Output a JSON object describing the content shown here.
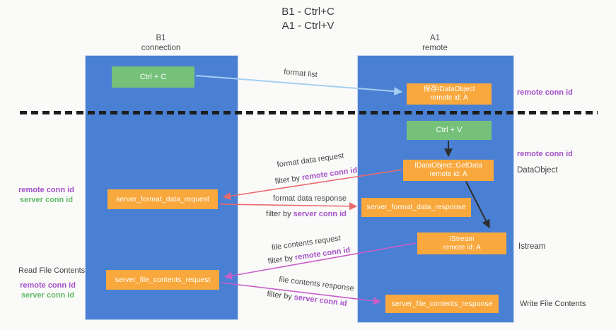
{
  "title": {
    "line1": "B1 - Ctrl+C",
    "line2": "A1 - Ctrl+V"
  },
  "columns": {
    "left": {
      "name": "B1",
      "role": "connection"
    },
    "right": {
      "name": "A1",
      "role": "remote"
    }
  },
  "nodes": {
    "ctrl_c": {
      "label": "Ctrl + C"
    },
    "ctrl_v": {
      "label": "Ctrl + V"
    },
    "save_dataobject": {
      "line1": "保存IDataObject",
      "line2": "remote id: A"
    },
    "getdata": {
      "line1": "IDataObject::GetData",
      "line2": "remote id: A"
    },
    "istream": {
      "line1": "IStream",
      "line2": "remote id: A"
    },
    "server_format_data_request": {
      "label": "server_format_data_request"
    },
    "server_format_data_response": {
      "label": "server_format_data_response"
    },
    "server_file_contents_request": {
      "label": "server_file_contents_request"
    },
    "server_file_contents_response": {
      "label": "server_file_contents_response"
    }
  },
  "edges": {
    "format_list": {
      "label": "format list"
    },
    "format_data_request": {
      "label": "format data request",
      "filter_prefix": "filter by ",
      "filter_key": "remote conn id"
    },
    "format_data_response": {
      "label": "format data response",
      "filter_prefix": "filter by ",
      "filter_key": "server conn id"
    },
    "file_contents_request": {
      "label": "file contents request",
      "filter_prefix": "filter by ",
      "filter_key": "remote conn id"
    },
    "file_contents_response": {
      "label": "file contents response",
      "filter_prefix": "filter by ",
      "filter_key": "server conn id"
    }
  },
  "annotations": {
    "left": {
      "pair1": {
        "remote": "remote conn id",
        "server": "server conn id"
      },
      "read_file": "Read File Contents",
      "pair2": {
        "remote": "remote conn id",
        "server": "server conn id"
      }
    },
    "right": {
      "remote_conn_top": "remote conn id",
      "remote_conn_mid": "remote conn id",
      "dataobject": "DataObject",
      "istream": "Istream",
      "write_file": "Write File Contents"
    }
  },
  "colors": {
    "column_blue": "#4a80d4",
    "node_orange": "#f8a83c",
    "node_green": "#76c17a",
    "arrow_red": "#e96a6d",
    "arrow_magenta": "#c95ec9",
    "arrow_lightblue": "#a5cff0",
    "arrow_black": "#2e2e2e",
    "text_purple": "#a551c8",
    "text_green": "#63bb67"
  }
}
